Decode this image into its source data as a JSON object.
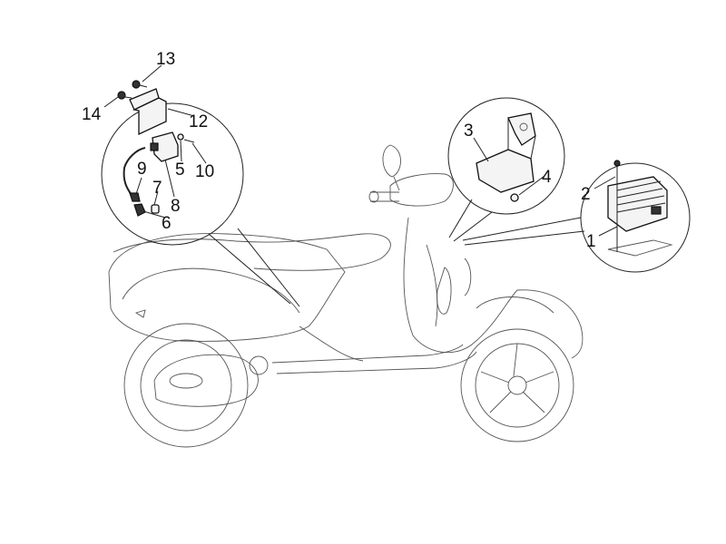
{
  "diagram": {
    "title": "Scooter electrical parts exploded view",
    "callouts": {
      "c1": "1",
      "c2": "2",
      "c3": "3",
      "c4": "4",
      "c5": "5",
      "c6": "6",
      "c7": "7",
      "c8": "8",
      "c9": "9",
      "c10": "10",
      "c12": "12",
      "c13": "13",
      "c14": "14"
    }
  }
}
